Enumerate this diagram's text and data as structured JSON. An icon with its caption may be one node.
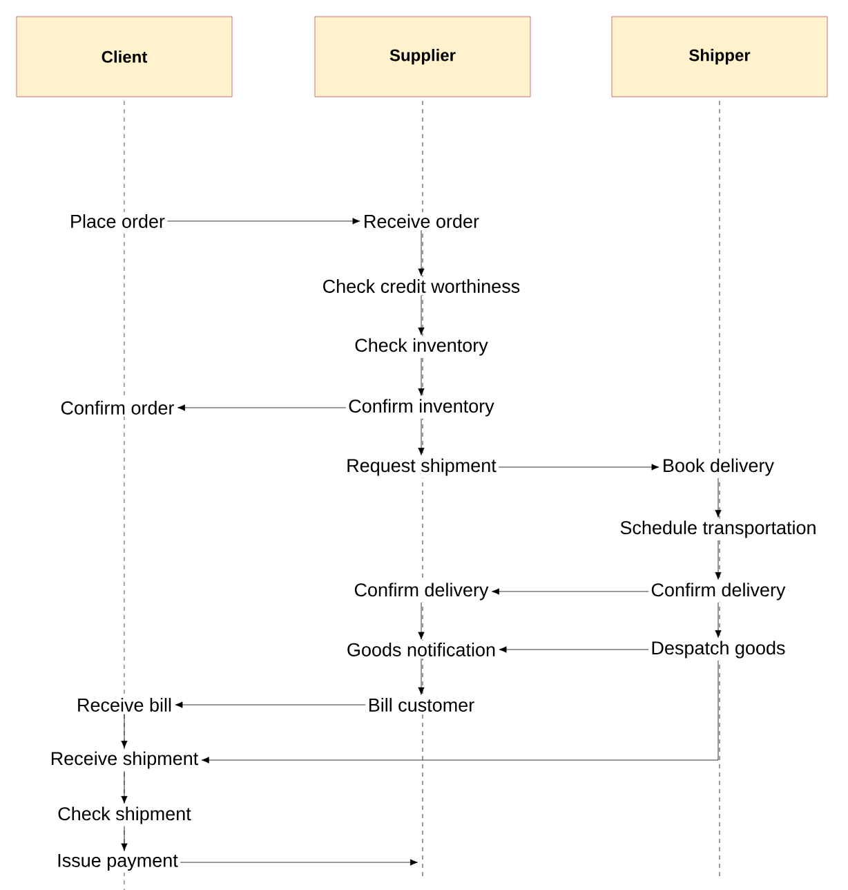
{
  "diagram": {
    "nodes": [
      {
        "text": [
          "Client"
        ]
      },
      {
        "text": [
          "Supplier"
        ]
      },
      {
        "text": [
          "Shipper"
        ]
      },
      {
        "text": [
          "Place order"
        ]
      },
      {
        "text": [
          "Receive order"
        ]
      },
      {
        "text": [
          "Check credit worthiness"
        ]
      },
      {
        "text": [
          "Check inventory"
        ]
      },
      {
        "text": [
          "Confirm order"
        ]
      },
      {
        "text": [
          "Confirm inventory"
        ]
      },
      {
        "text": [
          "Request shipment"
        ]
      },
      {
        "text": [
          "Book delivery"
        ]
      },
      {
        "text": [
          "Schedule transportation"
        ]
      },
      {
        "text": [
          "Confirm delivery"
        ]
      },
      {
        "text": [
          "Confirm delivery"
        ]
      },
      {
        "text": [
          "Goods notification"
        ]
      },
      {
        "text": [
          "Despatch goods"
        ]
      },
      {
        "text": [
          "Receive bill"
        ]
      },
      {
        "text": [
          "Bill customer"
        ]
      },
      {
        "text": [
          "Receive shipment"
        ]
      },
      {
        "text": [
          "Check shipment"
        ]
      },
      {
        "text": [
          "Issue payment"
        ]
      }
    ],
    "edges": [
      {
        "from": 3,
        "to": 4,
        "arrow": "to"
      },
      {
        "from": 4,
        "to": 5,
        "arrow": "to"
      },
      {
        "from": 5,
        "to": 6,
        "arrow": "to"
      },
      {
        "from": 6,
        "to": 8,
        "arrow": "to"
      },
      {
        "from": 8,
        "to": 7,
        "arrow": "to"
      },
      {
        "from": 8,
        "to": 9,
        "arrow": "to"
      },
      {
        "from": 9,
        "to": 10,
        "arrow": "to"
      },
      {
        "from": 10,
        "to": 11,
        "arrow": "to"
      },
      {
        "from": 11,
        "to": 13,
        "arrow": "to"
      },
      {
        "from": 13,
        "to": 12,
        "arrow": "to"
      },
      {
        "from": 12,
        "to": 14,
        "arrow": "to"
      },
      {
        "from": 13,
        "to": 15,
        "arrow": "to"
      },
      {
        "from": 15,
        "to": 14,
        "arrow": "to"
      },
      {
        "from": 14,
        "to": 17,
        "arrow": "to"
      },
      {
        "from": 17,
        "to": 16,
        "arrow": "to"
      },
      {
        "from": 16,
        "to": 18,
        "arrow": "to"
      },
      {
        "from": 15,
        "to": 18,
        "arrow": "to"
      },
      {
        "from": 18,
        "to": 19,
        "arrow": "to"
      },
      {
        "from": 19,
        "to": 20,
        "arrow": "to"
      },
      {
        "from": 20,
        "to": null,
        "arrow": "to"
      }
    ]
  }
}
